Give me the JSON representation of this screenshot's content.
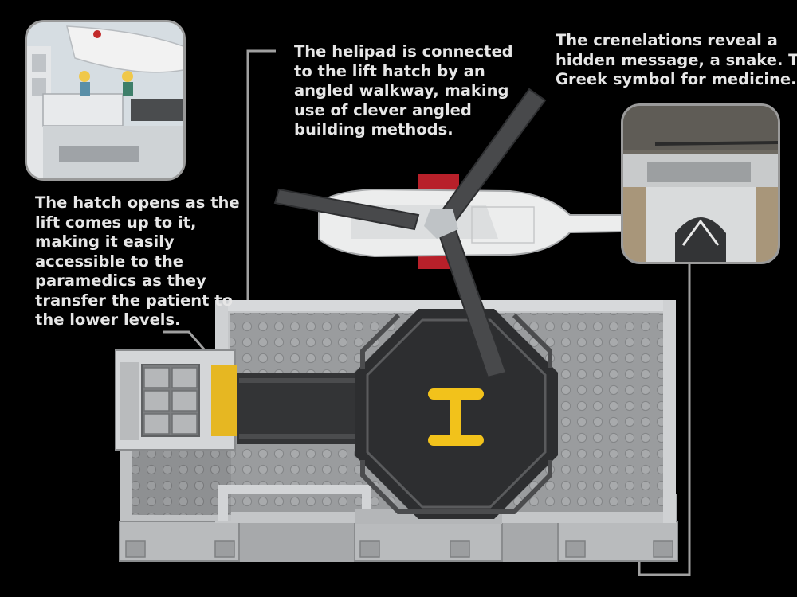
{
  "captions": {
    "hatch": [
      "The hatch opens as the",
      "lift comes up to it,",
      "making it easily",
      "accessible to the",
      "paramedics as they",
      "transfer the patient to",
      "the lower levels."
    ],
    "walkway": [
      "The helipad is connected",
      "to the lift hatch by an",
      "angled walkway, making",
      "use of clever angled",
      "building methods."
    ],
    "crenelations": [
      "The crenelations reveal a",
      "hidden message, a snake. The",
      "Greek symbol for medicine."
    ]
  },
  "colors": {
    "background": "#000000",
    "caption_text": "#e6e6e6",
    "leader_line": "#9a9a9a",
    "rooftop": "#9c9ea0",
    "helipad_dark": "#2e2e30",
    "helipad_marking": "#f2c21b",
    "helicopter_body": "#eeeeee",
    "helicopter_accent": "#b8202a",
    "rotor_blades": "#48494b"
  },
  "icons": [
    "helicopter-icon",
    "helipad-h-marking-icon",
    "minifigure-icon"
  ]
}
